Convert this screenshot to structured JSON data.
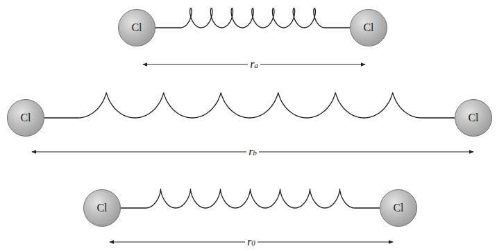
{
  "diagram": {
    "nodes": [
      {
        "text": [
          "Cl"
        ]
      },
      {
        "text": [
          "Cl"
        ]
      },
      {
        "text": [
          "Cl"
        ]
      },
      {
        "text": [
          "Cl"
        ]
      },
      {
        "text": [
          "Cl"
        ]
      },
      {
        "text": [
          "Cl"
        ]
      }
    ],
    "edges": [
      {
        "from": 0,
        "to": 1,
        "arrow": "none"
      },
      {
        "from": 2,
        "to": 3,
        "arrow": "none"
      },
      {
        "from": 4,
        "to": 5,
        "arrow": "none"
      }
    ],
    "labels": [
      "ra",
      "rb",
      "r0"
    ]
  }
}
